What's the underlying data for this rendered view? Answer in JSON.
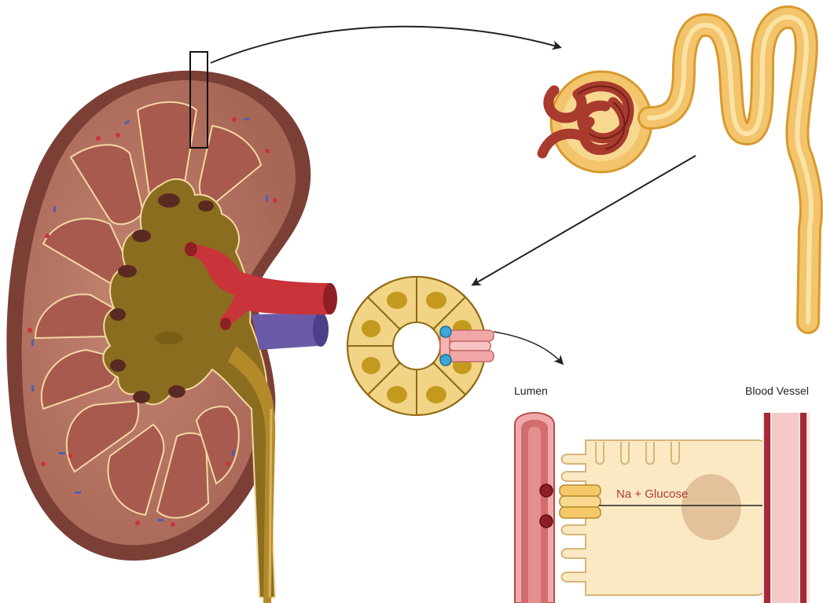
{
  "labels": {
    "lumen": "Lumen",
    "blood_vessel": "Blood Vessel",
    "transport": "Na + Glucose"
  },
  "colors": {
    "cortex": "#b97766",
    "capsule": "#7b3f36",
    "pyramid": "#a85a4e",
    "pelvis": "#8a6d1f",
    "pelvis_light": "#c6a23a",
    "artery": "#c9343a",
    "vein": "#6b5aa8",
    "ureter": "#b38a2a",
    "tubule": "#f3c46b",
    "tubule_outline": "#d79a2e",
    "glomerulus": "#a83a2e",
    "cell": "#f2d486",
    "cell_nucleus": "#c49a1e",
    "transporter": "#f1a7a7",
    "transporter_dot": "#3aa7d8",
    "epithelial_cell": "#fbe9c4",
    "vessel_wall": "#a32a36"
  },
  "icons": [
    "kidney-cross-section",
    "nephron",
    "tubule-ring",
    "sglt-transporter",
    "arrow"
  ]
}
